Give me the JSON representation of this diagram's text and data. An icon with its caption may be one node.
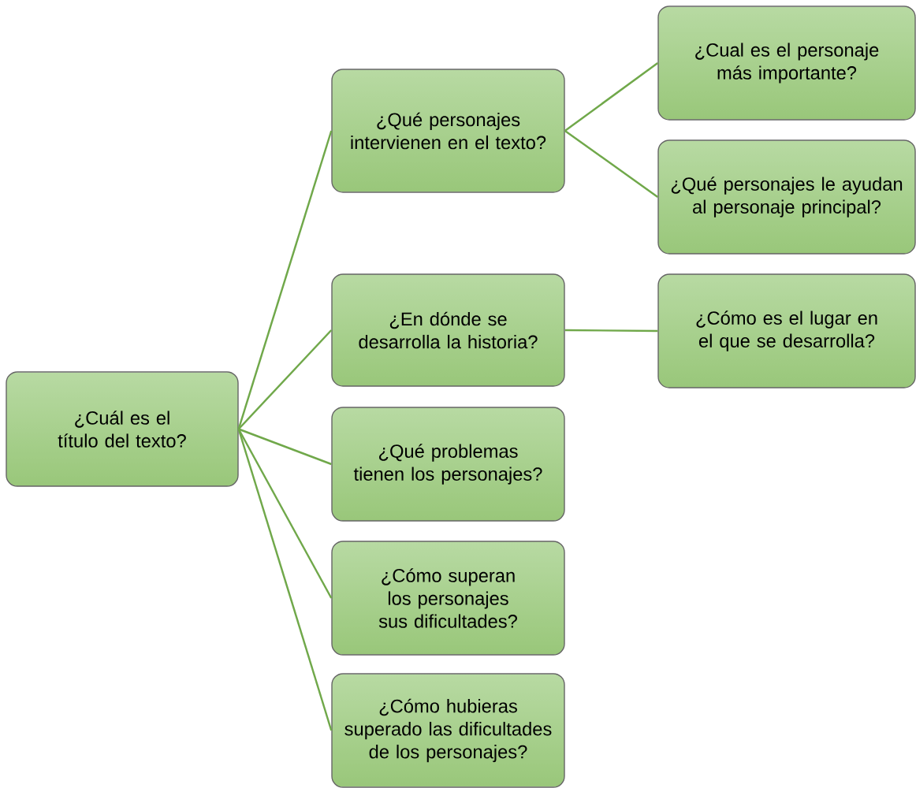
{
  "diagram": {
    "nodes": [
      {
        "text": [
          "¿Cuál es el título del texto?"
        ]
      },
      {
        "text": [
          "¿Qué personajes intervienen en el texto?"
        ]
      },
      {
        "text": [
          "¿Cual es el personaje más importante?"
        ]
      },
      {
        "text": [
          "¿Qué personajes le ayudan al personaje principal?"
        ]
      },
      {
        "text": [
          "¿En dónde se desarrolla la historia?"
        ]
      },
      {
        "text": [
          "¿Cómo es el lugar en el que se desarrolla?"
        ]
      },
      {
        "text": [
          "¿Qué problemas tienen los personajes?"
        ]
      },
      {
        "text": [
          "¿Cómo superan los personajes sus dificultades?"
        ]
      },
      {
        "text": [
          "¿Cómo hubieras superado las dificultades de los personajes?"
        ]
      }
    ],
    "edges": [
      {
        "from": 0,
        "to": 1,
        "arrow": "none"
      },
      {
        "from": 1,
        "to": 2,
        "arrow": "none"
      },
      {
        "from": 1,
        "to": 3,
        "arrow": "none"
      },
      {
        "from": 0,
        "to": 4,
        "arrow": "none"
      },
      {
        "from": 4,
        "to": 5,
        "arrow": "none"
      },
      {
        "from": 0,
        "to": 6,
        "arrow": "none"
      },
      {
        "from": 0,
        "to": 7,
        "arrow": "none"
      },
      {
        "from": 0,
        "to": 8,
        "arrow": "none"
      }
    ]
  }
}
